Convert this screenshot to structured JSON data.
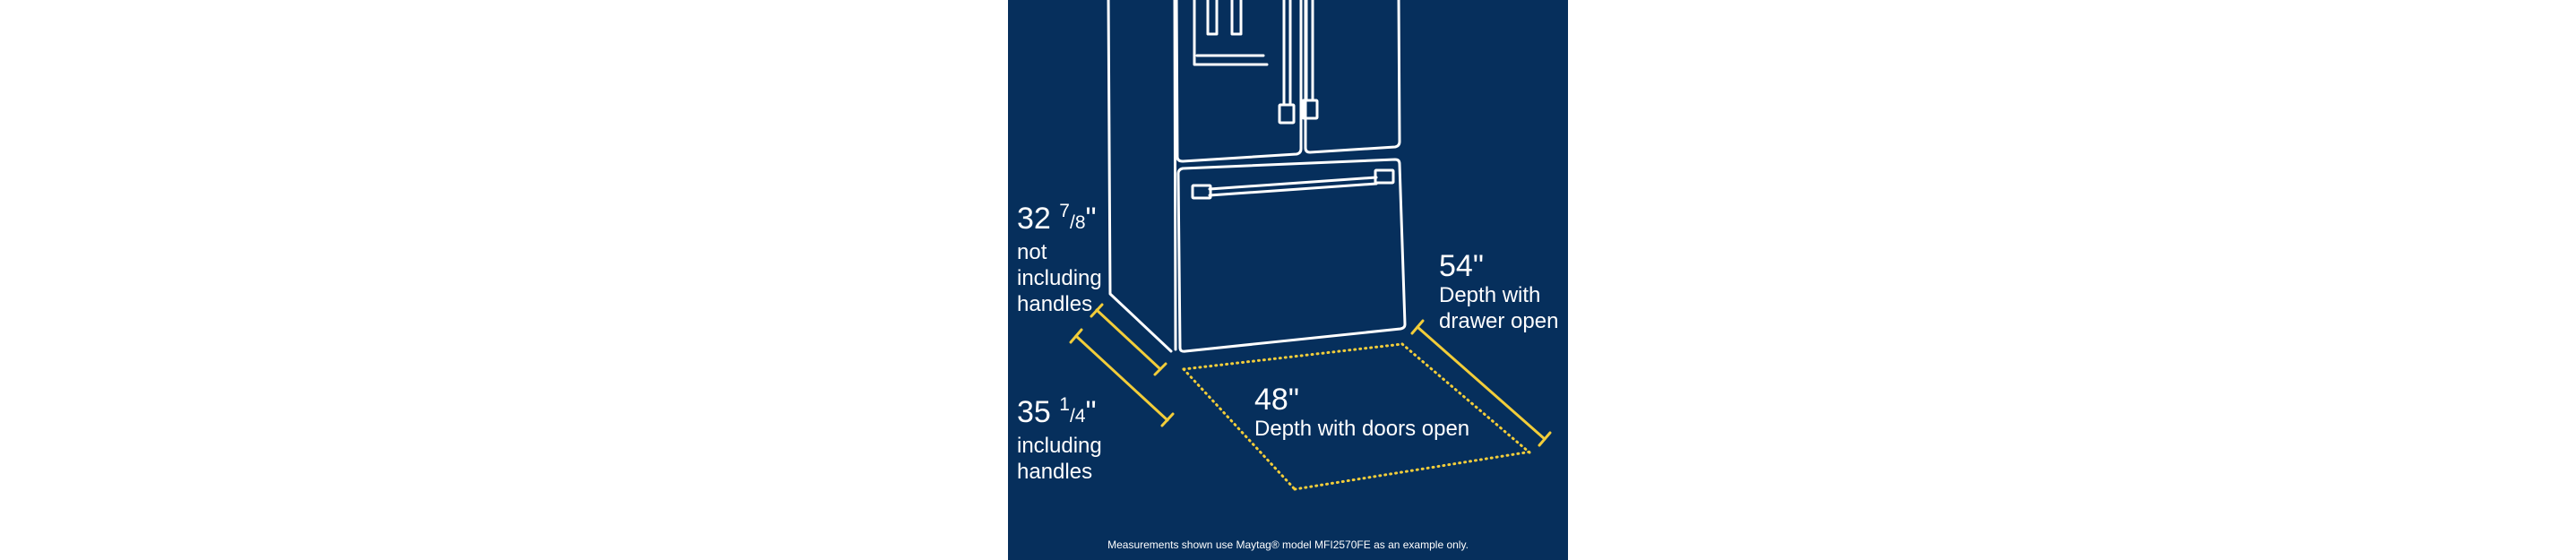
{
  "measurements": {
    "width_no_handles": {
      "whole": "32",
      "frac_num": "7",
      "frac_den": "8",
      "unit": "\"",
      "line1": "not",
      "line2": "including",
      "line3": "handles"
    },
    "width_with_handles": {
      "whole": "35",
      "frac_num": "1",
      "frac_den": "4",
      "unit": "\"",
      "line1": "including",
      "line2": "handles"
    },
    "depth_drawer_open": {
      "value": "54\"",
      "line1": "Depth with",
      "line2": "drawer open"
    },
    "depth_doors_open": {
      "value": "48\"",
      "line1": "Depth with doors open"
    }
  },
  "footnote": "Measurements shown use Maytag® model MFI2570FE as an example only.",
  "colors": {
    "background": "#062f5c",
    "line": "#ffffff",
    "accent": "#f2cd3a",
    "page": "#ffffff"
  },
  "icons": {
    "appliance": "french-door-refrigerator-outline"
  }
}
